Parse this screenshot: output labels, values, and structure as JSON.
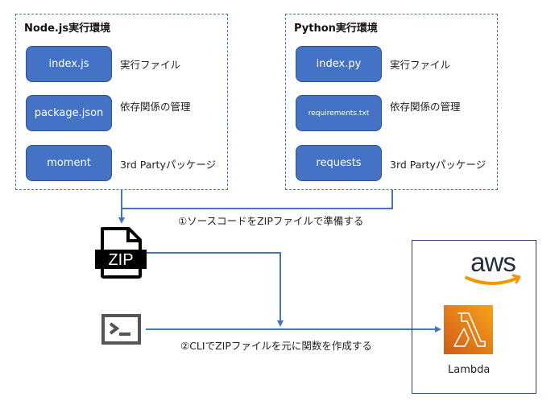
{
  "environments": [
    {
      "title": "Node.js実行環境",
      "items": [
        {
          "file": "index.js",
          "description": "実行ファイル"
        },
        {
          "file": "package.json",
          "description": "依存関係の管理"
        },
        {
          "file": "moment",
          "description": "3rd Partyパッケージ"
        }
      ]
    },
    {
      "title": "Python実行環境",
      "items": [
        {
          "file": "index.py",
          "description": "実行ファイル"
        },
        {
          "file": "requirements.txt",
          "description": "依存関係の管理"
        },
        {
          "file": "requests",
          "description": "3rd Partyパッケージ"
        }
      ]
    }
  ],
  "steps": {
    "step1": "①ソースコードをZIPファイルで準備する",
    "step2": "②CLIでZIPファイルを元に関数を作成する"
  },
  "icons": {
    "zip": {
      "label": "ZIP",
      "icon": "zip-file-icon"
    },
    "terminal": {
      "icon": "terminal-icon"
    },
    "aws": {
      "label": "aws",
      "icon": "aws-logo"
    },
    "lambda": {
      "label": "Lambda",
      "icon": "lambda-icon"
    }
  },
  "colors": {
    "accent": "#4472c4",
    "lambda_orange_start": "#f7a11a",
    "lambda_orange_end": "#d05c17",
    "aws_smile": "#f79400"
  }
}
